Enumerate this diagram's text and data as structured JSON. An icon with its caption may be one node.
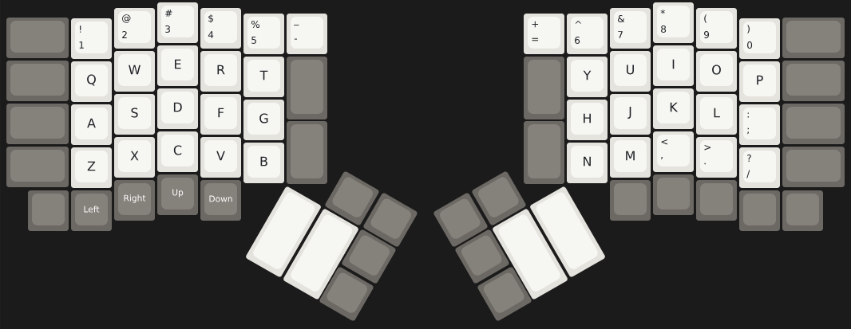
{
  "diagram": {
    "nodes": [
      {
        "text": [],
        "shape": "box"
      },
      {
        "text": [
          "!",
          "1"
        ]
      },
      {
        "text": [
          "@",
          "2"
        ]
      },
      {
        "text": [
          "#",
          "3"
        ]
      },
      {
        "text": [
          "$",
          "4"
        ]
      },
      {
        "text": [
          "%",
          "5"
        ]
      },
      {
        "text": [
          "_",
          "-"
        ]
      },
      {
        "text": [],
        "shape": "box"
      },
      {
        "text": [
          "Q"
        ]
      },
      {
        "text": [
          "W"
        ]
      },
      {
        "text": [
          "E"
        ]
      },
      {
        "text": [
          "R"
        ]
      },
      {
        "text": [
          "T"
        ]
      },
      {
        "text": [],
        "shape": "box"
      },
      {
        "text": [],
        "shape": "box"
      },
      {
        "text": [
          "A"
        ]
      },
      {
        "text": [
          "S"
        ]
      },
      {
        "text": [
          "D"
        ]
      },
      {
        "text": [
          "F"
        ]
      },
      {
        "text": [
          "G"
        ]
      },
      {
        "text": [],
        "shape": "box"
      },
      {
        "text": [],
        "shape": "box"
      },
      {
        "text": [
          "Z"
        ]
      },
      {
        "text": [
          "X"
        ]
      },
      {
        "text": [
          "C"
        ]
      },
      {
        "text": [
          "V"
        ]
      },
      {
        "text": [
          "B"
        ]
      },
      {
        "text": [],
        "shape": "box"
      },
      {
        "text": [
          "Left"
        ]
      },
      {
        "text": [
          "Right"
        ]
      },
      {
        "text": [
          "Up"
        ]
      },
      {
        "text": [
          "Down"
        ]
      },
      {
        "text": [],
        "shape": "box"
      },
      {
        "text": [],
        "shape": "box"
      },
      {
        "text": [],
        "shape": "box"
      },
      {
        "text": [],
        "shape": "box"
      },
      {
        "text": [],
        "shape": "box"
      },
      {
        "text": [],
        "shape": "box"
      },
      {
        "text": [
          "+",
          "="
        ]
      },
      {
        "text": [
          "^",
          "6"
        ]
      },
      {
        "text": [
          "&",
          "7"
        ]
      },
      {
        "text": [
          "*",
          "8"
        ]
      },
      {
        "text": [
          "(",
          "9"
        ]
      },
      {
        "text": [
          ")",
          "0"
        ]
      },
      {
        "text": [],
        "shape": "box"
      },
      {
        "text": [],
        "shape": "box"
      },
      {
        "text": [
          "Y"
        ]
      },
      {
        "text": [
          "U"
        ]
      },
      {
        "text": [
          "I"
        ]
      },
      {
        "text": [
          "O"
        ]
      },
      {
        "text": [
          "P"
        ]
      },
      {
        "text": [],
        "shape": "box"
      },
      {
        "text": [],
        "shape": "box"
      },
      {
        "text": [
          "H"
        ]
      },
      {
        "text": [
          "J"
        ]
      },
      {
        "text": [
          "K"
        ]
      },
      {
        "text": [
          "L"
        ]
      },
      {
        "text": [
          ":",
          ";"
        ]
      },
      {
        "text": [],
        "shape": "box"
      },
      {
        "text": [
          "N"
        ]
      },
      {
        "text": [
          "M"
        ]
      },
      {
        "text": [
          "<",
          ","
        ]
      },
      {
        "text": [
          ">",
          "."
        ]
      },
      {
        "text": [
          "?",
          "/"
        ]
      },
      {
        "text": [],
        "shape": "box"
      },
      {
        "text": [],
        "shape": "box"
      },
      {
        "text": [],
        "shape": "box"
      },
      {
        "text": [],
        "shape": "box"
      },
      {
        "text": [],
        "shape": "box"
      },
      {
        "text": [],
        "shape": "box"
      },
      {
        "text": [],
        "shape": "box"
      },
      {
        "text": [],
        "shape": "box"
      },
      {
        "text": [],
        "shape": "box"
      },
      {
        "text": [],
        "shape": "box"
      },
      {
        "text": [],
        "shape": "box"
      },
      {
        "text": [],
        "shape": "box"
      }
    ]
  }
}
